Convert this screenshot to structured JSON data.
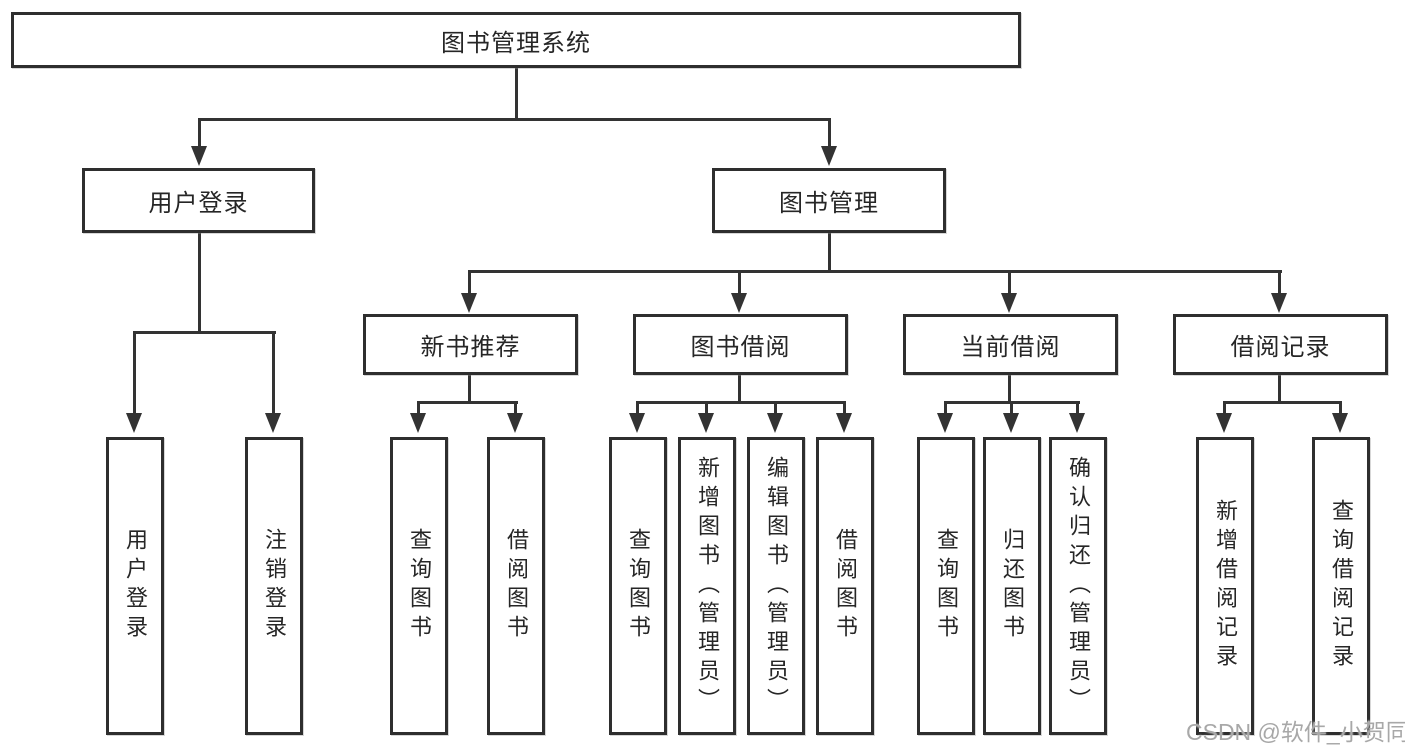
{
  "diagram": {
    "root": "图书管理系统",
    "level2": {
      "userLogin": "用户登录",
      "bookManagement": "图书管理"
    },
    "level3": {
      "newBookRecommend": "新书推荐",
      "bookBorrowing": "图书借阅",
      "currentBorrowing": "当前借阅",
      "borrowRecords": "借阅记录"
    },
    "leaves": {
      "userLogin": [
        "用户登录",
        "注销登录"
      ],
      "newBookRecommend": [
        "查询图书",
        "借阅图书"
      ],
      "bookBorrowing": [
        "查询图书",
        "新增图书（管理员）",
        "编辑图书（管理员）",
        "借阅图书"
      ],
      "currentBorrowing": [
        "查询图书",
        "归还图书",
        "确认归还（管理员）"
      ],
      "borrowRecords": [
        "新增借阅记录",
        "查询借阅记录"
      ]
    }
  },
  "watermark": {
    "text": "CSDN @软件_小贺同学"
  },
  "colors": {
    "line": "#333333",
    "border": "#2e2e2e",
    "text": "#262626",
    "watermark": "#a8a8a8",
    "background": "#ffffff"
  }
}
